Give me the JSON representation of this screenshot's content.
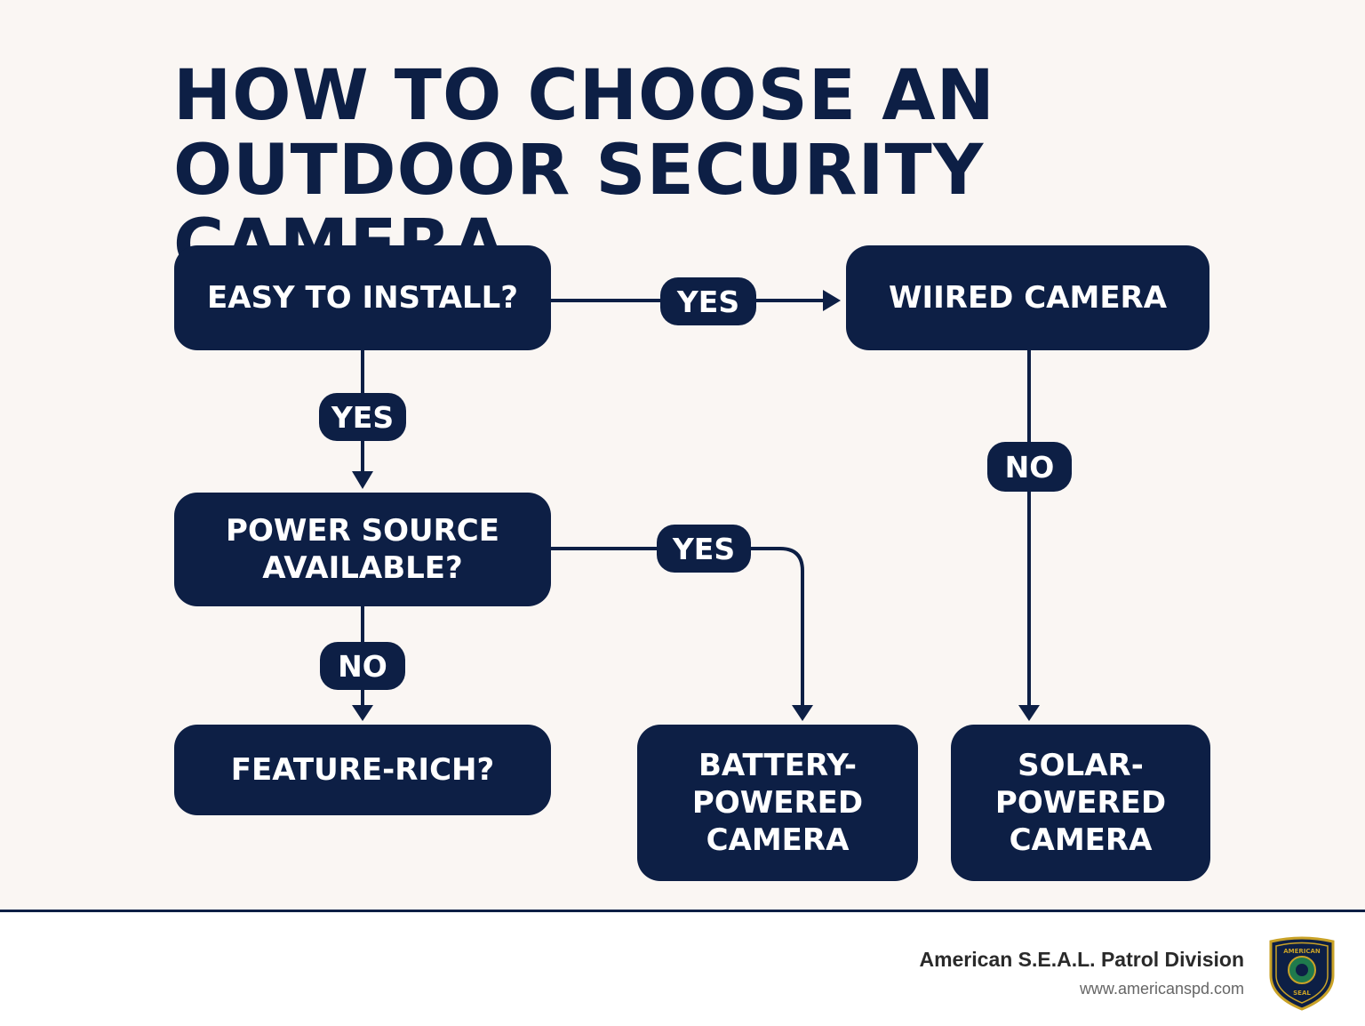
{
  "title": {
    "line1": "HOW TO CHOOSE AN",
    "line2": "OUTDOOR SECURITY CAMERA"
  },
  "nodes": {
    "easy_install": "EASY TO INSTALL?",
    "power_source": {
      "line1": "POWER SOURCE",
      "line2": "AVAILABLE?"
    },
    "feature_rich": "FEATURE-RICH?",
    "wired": "WIIRED CAMERA",
    "battery": {
      "line1": "BATTERY-",
      "line2": "POWERED",
      "line3": "CAMERA"
    },
    "solar": {
      "line1": "SOLAR-",
      "line2": "POWERED",
      "line3": "CAMERA"
    }
  },
  "edges": {
    "easy_to_wired": "YES",
    "easy_to_power": "YES",
    "power_to_battery": "YES",
    "power_to_feature": "NO",
    "wired_to_solar": "NO"
  },
  "footer": {
    "org": "American S.E.A.L. Patrol Division",
    "url": "www.americanspd.com",
    "logo_text_top": "AMERICAN",
    "logo_text_bottom": "SEAL"
  },
  "colors": {
    "background": "#faf6f3",
    "primary": "#0d1f45",
    "node_text": "#ffffff",
    "logo_gold": "#c9a227",
    "logo_green": "#1f7a4d"
  },
  "icons": {
    "logo": "shield-badge-icon"
  }
}
